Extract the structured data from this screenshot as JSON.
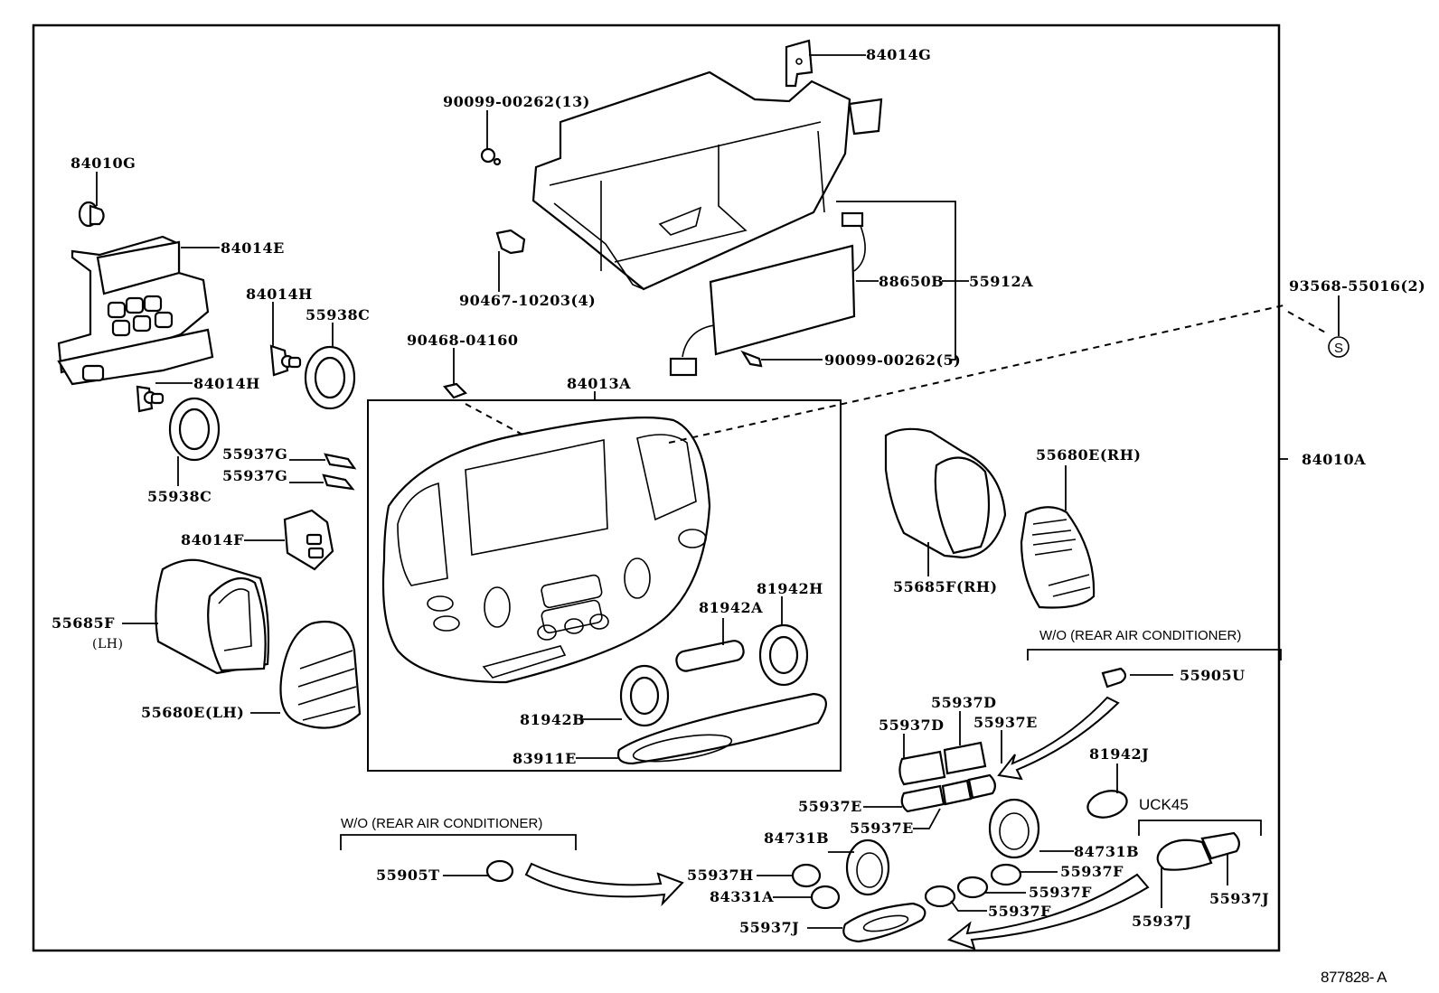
{
  "diagram": {
    "title": "Instrument panel center cluster / A/C control parts diagram",
    "reference_code": "877828- A",
    "assembly_label": "84010A",
    "sub_assembly_label": "84013A",
    "callouts": {
      "c84010G": "84010G",
      "c84014E": "84014E",
      "c84014H_a": "84014H",
      "c84014H_b": "84014H",
      "c55938C_a": "55938C",
      "c55938C_b": "55938C",
      "c55937G_a": "55937G",
      "c55937G_b": "55937G",
      "c84014F": "84014F",
      "c55685F_lh": "55685F",
      "c55685F_lh_side": "(LH)",
      "c55680E_lh": "55680E(LH)",
      "c90099_13": "90099-00262(13)",
      "c84014G": "84014G",
      "c90467": "90467-10203(4)",
      "c90468": "90468-04160",
      "c88650B": "88650B",
      "c55912A": "55912A",
      "c90099_5": "90099-00262(5)",
      "c93568": "93568-55016(2)",
      "c_s_symbol": "S",
      "c84013A": "84013A",
      "c84010A": "84010A",
      "c55685F_rh": "55685F(RH)",
      "c55680E_rh": "55680E(RH)",
      "c81942H": "81942H",
      "c81942A": "81942A",
      "c81942B": "81942B",
      "c83911E": "83911E",
      "c55905U": "55905U",
      "c55937D_a": "55937D",
      "c55937D_b": "55937D",
      "c55937E_a": "55937E",
      "c55937E_b": "55937E",
      "c55937E_c": "55937E",
      "c81942J": "81942J",
      "c84731B_a": "84731B",
      "c84731B_b": "84731B",
      "c55937H": "55937H",
      "c84331A": "84331A",
      "c55937F_a": "55937F",
      "c55937F_b": "55937F",
      "c55937F_c": "55937F",
      "c55937J_a": "55937J",
      "c55937J_b": "55937J",
      "c55937J_c": "55937J",
      "c55905T": "55905T"
    },
    "notes": {
      "wo_rear_ac_right": "W/O (REAR AIR CONDITIONER)",
      "wo_rear_ac_left": "W/O (REAR AIR CONDITIONER)",
      "uck45": "UCK45"
    }
  }
}
